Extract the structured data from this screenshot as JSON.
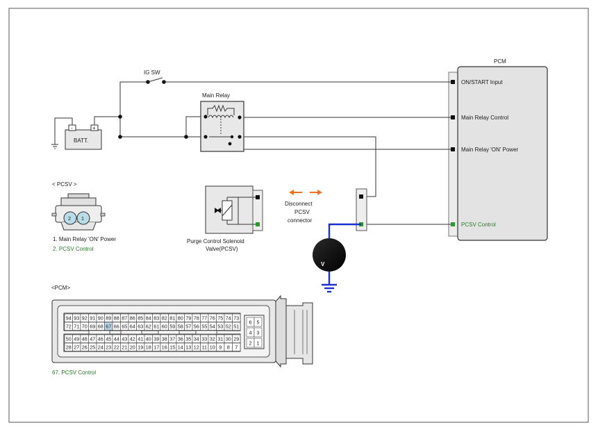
{
  "labels": {
    "pcm_title": "PCM",
    "ig_sw": "IG SW",
    "main_relay": "Main Relay",
    "batt": "BATT.",
    "batt_minus": "-",
    "batt_plus": "+",
    "pcm_pin_on_start": "ON/START Input",
    "pcm_pin_main_relay_control": "Main Relay Control",
    "pcm_pin_main_relay_on_power": "Main Relay 'ON' Power",
    "pcm_pin_pcsv_control": "PCSV Control",
    "disconnect_line1": "Disconnect",
    "disconnect_line2": "PCSV",
    "disconnect_line3": "connector",
    "solenoid_line1": "Purge Control Solenoid",
    "solenoid_line2": "Valve(PCSV)",
    "voltmeter": "V",
    "pcsv_connector_title": "< PCSV     >",
    "pcsv_pin_2": "2",
    "pcsv_pin_1": "1",
    "pcsv_legend_1": "1.   Main Relay 'ON' Power",
    "pcsv_legend_2": "2.   PCSV Control",
    "pcm_connector_title": "<PCM>",
    "pcm_legend": "67. PCSV Control"
  },
  "pcm_connector": {
    "row1": [
      "94",
      "93",
      "92",
      "91",
      "90",
      "89",
      "88",
      "87",
      "86",
      "85",
      "84",
      "83",
      "82",
      "81",
      "80",
      "79",
      "78",
      "77",
      "76",
      "75",
      "74",
      "73"
    ],
    "row2": [
      "72",
      "71",
      "70",
      "69",
      "68",
      "67",
      "66",
      "65",
      "64",
      "63",
      "62",
      "61",
      "60",
      "59",
      "58",
      "57",
      "56",
      "55",
      "54",
      "53",
      "52",
      "51"
    ],
    "row3": [
      "50",
      "49",
      "48",
      "47",
      "46",
      "45",
      "44",
      "43",
      "42",
      "41",
      "40",
      "39",
      "38",
      "37",
      "36",
      "35",
      "34",
      "33",
      "32",
      "31",
      "30",
      "29"
    ],
    "row4": [
      "28",
      "27",
      "26",
      "25",
      "24",
      "23",
      "22",
      "21",
      "20",
      "19",
      "18",
      "17",
      "16",
      "15",
      "14",
      "13",
      "12",
      "11",
      "10",
      "9",
      "8",
      "7"
    ],
    "small_block": [
      [
        "6",
        "5"
      ],
      [
        "4",
        "3"
      ],
      [
        "2",
        "1"
      ]
    ],
    "highlight_pin": "67"
  },
  "colors": {
    "wire": "#333333",
    "pcsv_control_green": "#2a7a2a",
    "probe_blue": "#1a2fd0",
    "arrow_orange": "#f07020",
    "pin_highlight": "#bcd8e8",
    "connector_fill": "#b8dce8"
  }
}
